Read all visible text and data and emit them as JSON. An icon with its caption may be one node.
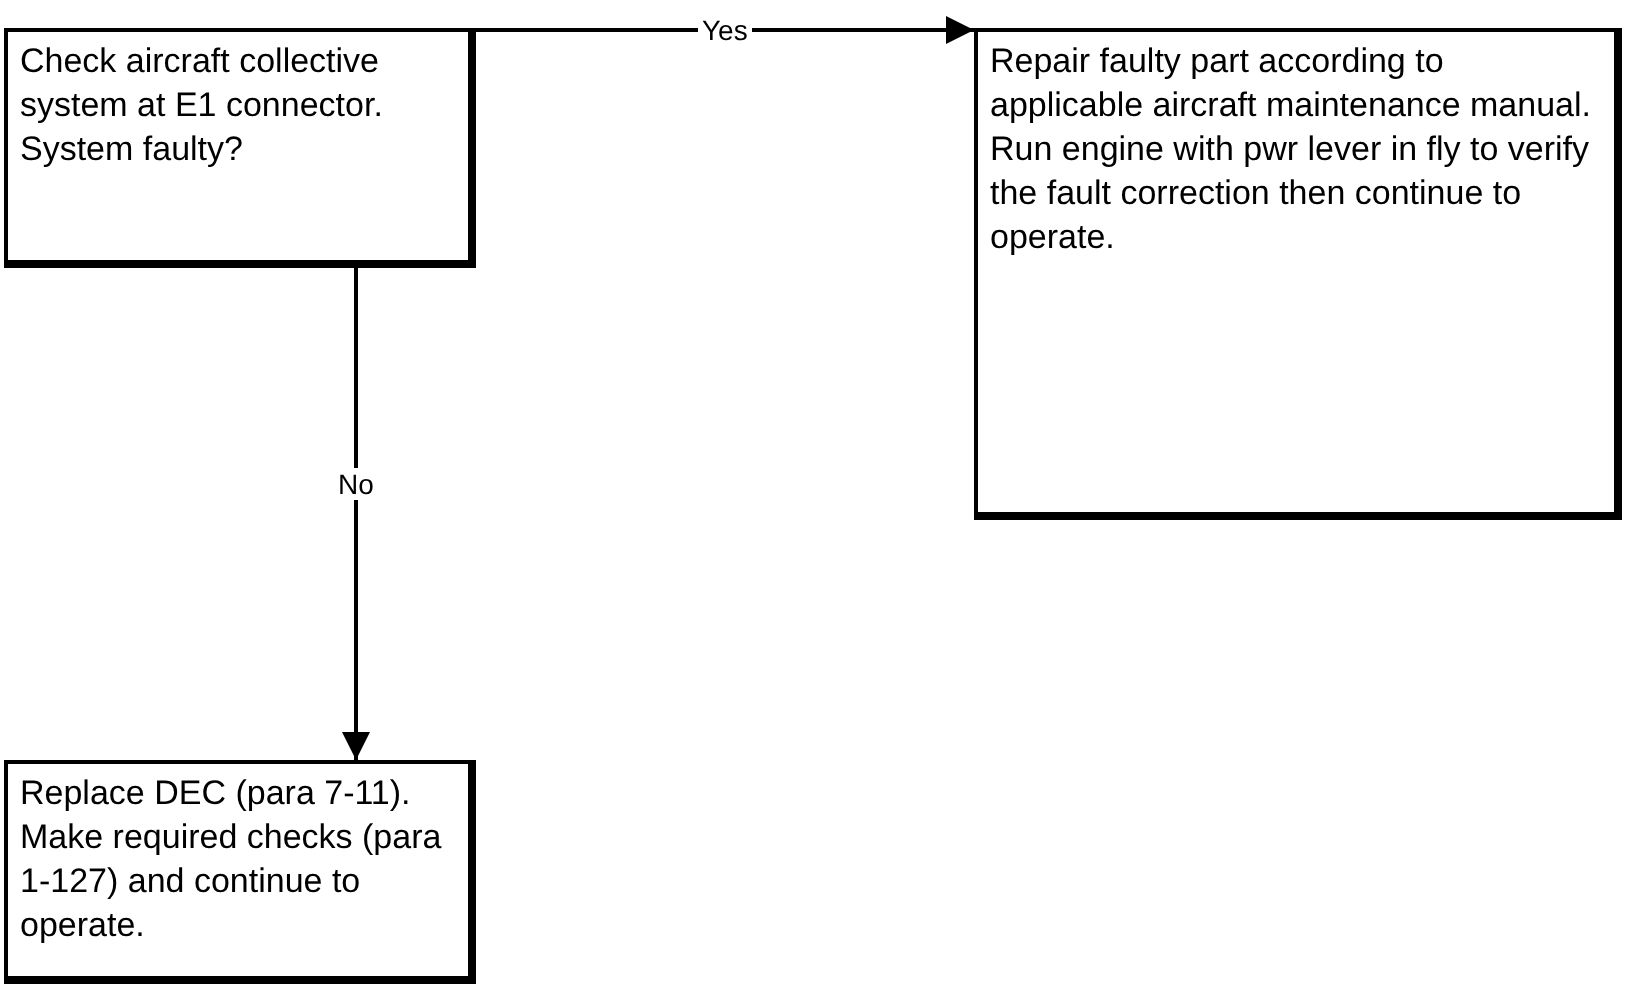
{
  "diagram": {
    "nodes": [
      {
        "text": [
          "Check aircraft collective system at E1 connector. System faulty?"
        ]
      },
      {
        "text": [
          "Repair faulty part according to applicable aircraft maintenance manual.  Run engine with pwr lever in fly to verify the fault correction then continue to operate."
        ]
      },
      {
        "text": [
          "Replace DEC (para 7-11). Make required checks (para 1-127) and continue to operate."
        ]
      }
    ],
    "edges": [
      {
        "from": 0,
        "to": 1,
        "arrow": "to",
        "label": "Yes"
      },
      {
        "from": 0,
        "to": 2,
        "arrow": "to",
        "label": "No"
      }
    ]
  }
}
